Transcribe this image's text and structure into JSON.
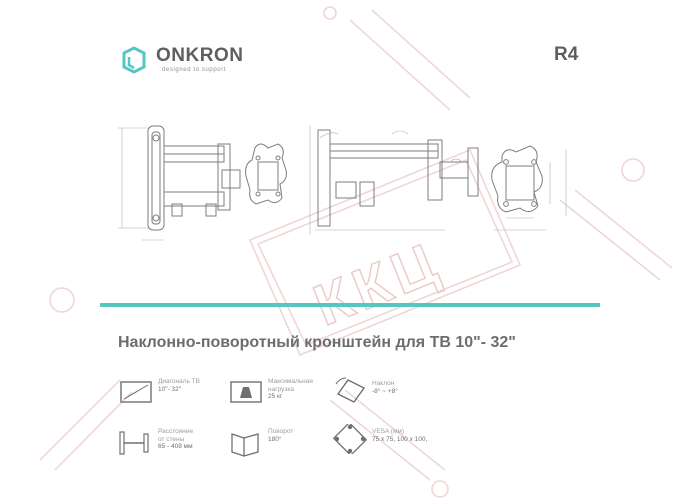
{
  "brand": {
    "name": "ONKRON",
    "tagline": "designed to support",
    "logo_icon": "cube-logo-icon"
  },
  "model": "R4",
  "watermark": "ККЦ",
  "accent_color": "#56c7c0",
  "headline": "Наклонно-поворотный кронштейн для ТВ 10\"- 32\"",
  "specs": [
    {
      "icon": "screen-diagonal-icon",
      "label": "Диагональ ТВ",
      "value": "10\"- 32\""
    },
    {
      "icon": "max-load-icon",
      "label": "Максимальная нагрузка",
      "value": "25 кг"
    },
    {
      "icon": "tilt-icon",
      "label": "Наклон",
      "value": "-8° ~ +8°"
    },
    {
      "icon": "wall-distance-icon",
      "label": "Расстояние от стены",
      "value": "65 - 408 мм"
    },
    {
      "icon": "rotation-icon",
      "label": "Поворот",
      "value": "180°"
    },
    {
      "icon": "vesa-icon",
      "label": "VESA (мм)",
      "value": "75 x 75, 100 x 100,"
    }
  ],
  "drawings": {
    "side_view_icon": "mount-side-view-icon",
    "top_view_icon": "mount-top-view-icon",
    "front_view_icon": "plate-front-view-icon"
  }
}
